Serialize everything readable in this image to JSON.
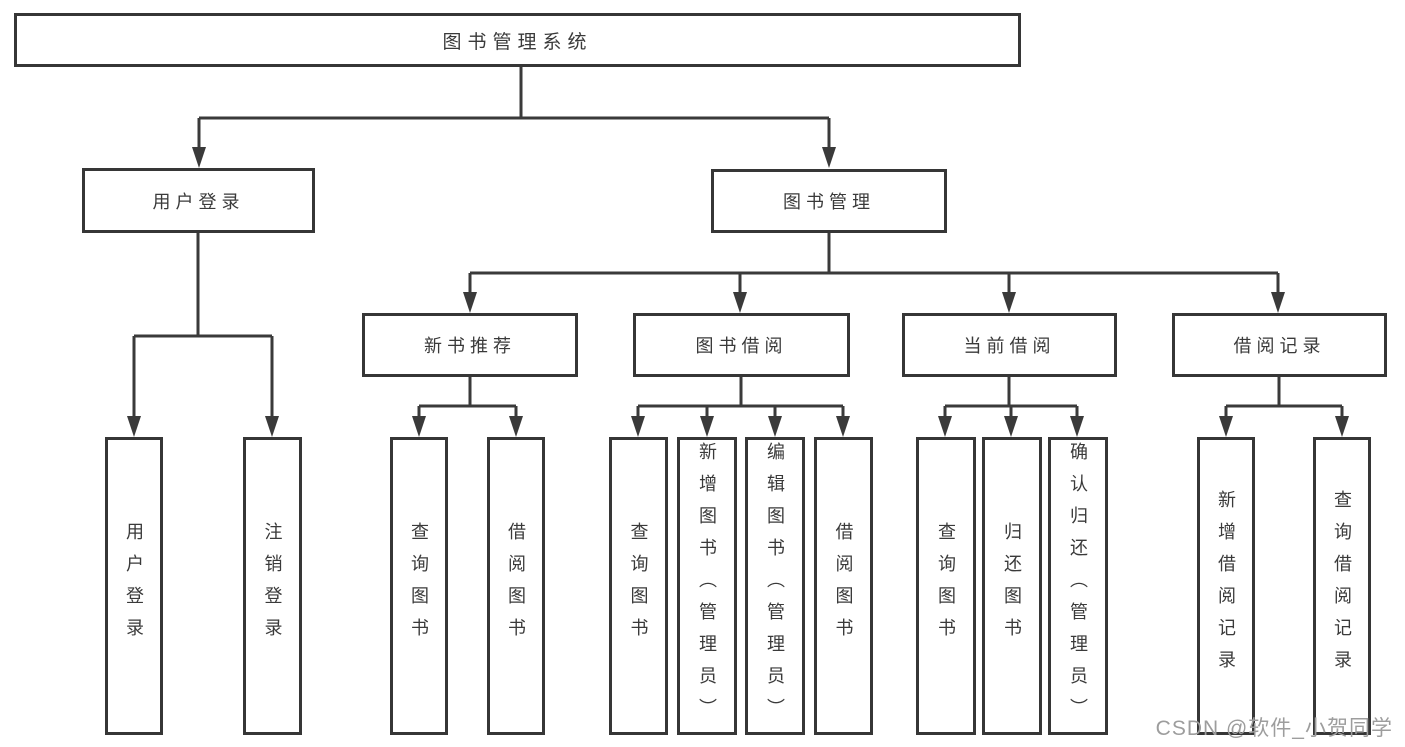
{
  "diagram": {
    "type": "hierarchy-diagram",
    "root": {
      "label": "图书管理系统"
    },
    "level2": [
      {
        "label": "用户登录"
      },
      {
        "label": "图书管理"
      }
    ],
    "level3": [
      {
        "label": "新书推荐",
        "parent": "图书管理"
      },
      {
        "label": "图书借阅",
        "parent": "图书管理"
      },
      {
        "label": "当前借阅",
        "parent": "图书管理"
      },
      {
        "label": "借阅记录",
        "parent": "图书管理"
      }
    ],
    "leaves": [
      {
        "label": "用户登录",
        "parent": "用户登录"
      },
      {
        "label": "注销登录",
        "parent": "用户登录"
      },
      {
        "label": "查询图书",
        "parent": "新书推荐"
      },
      {
        "label": "借阅图书",
        "parent": "新书推荐"
      },
      {
        "label": "查询图书",
        "parent": "图书借阅"
      },
      {
        "label": "新增图书（管理员）",
        "parent": "图书借阅"
      },
      {
        "label": "编辑图书（管理员）",
        "parent": "图书借阅"
      },
      {
        "label": "借阅图书",
        "parent": "图书借阅"
      },
      {
        "label": "查询图书",
        "parent": "当前借阅"
      },
      {
        "label": "归还图书",
        "parent": "当前借阅"
      },
      {
        "label": "确认归还（管理员）",
        "parent": "当前借阅"
      },
      {
        "label": "新增借阅记录",
        "parent": "借阅记录"
      },
      {
        "label": "查询借阅记录",
        "parent": "借阅记录"
      }
    ]
  },
  "watermark": {
    "text": "CSDN @软件_小贺同学"
  },
  "colors": {
    "line": "#3a3a3a",
    "border": "#363636",
    "text": "#3a3a3a",
    "background": "#ffffff",
    "watermark": "#9d9d9d"
  }
}
